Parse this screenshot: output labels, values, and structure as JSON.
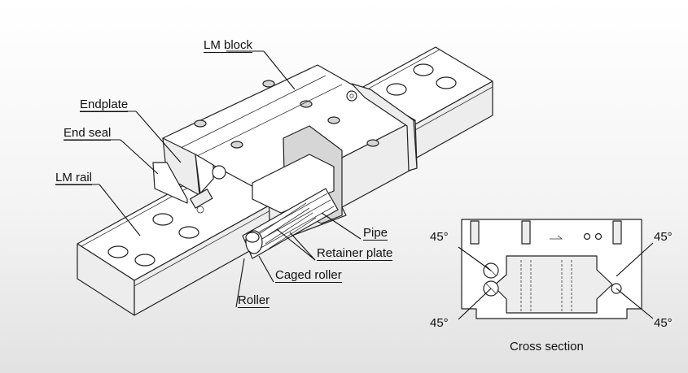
{
  "labels": {
    "lm_block": "LM block",
    "endplate": "Endplate",
    "end_seal": "End seal",
    "lm_rail": "LM rail",
    "pipe": "Pipe",
    "retainer_plate": "Retainer plate",
    "caged_roller": "Caged roller",
    "roller": "Roller",
    "cross_section": "Cross section"
  },
  "angles": {
    "top_left": "45°",
    "top_right": "45°",
    "bottom_left": "45°",
    "bottom_right": "45°"
  }
}
